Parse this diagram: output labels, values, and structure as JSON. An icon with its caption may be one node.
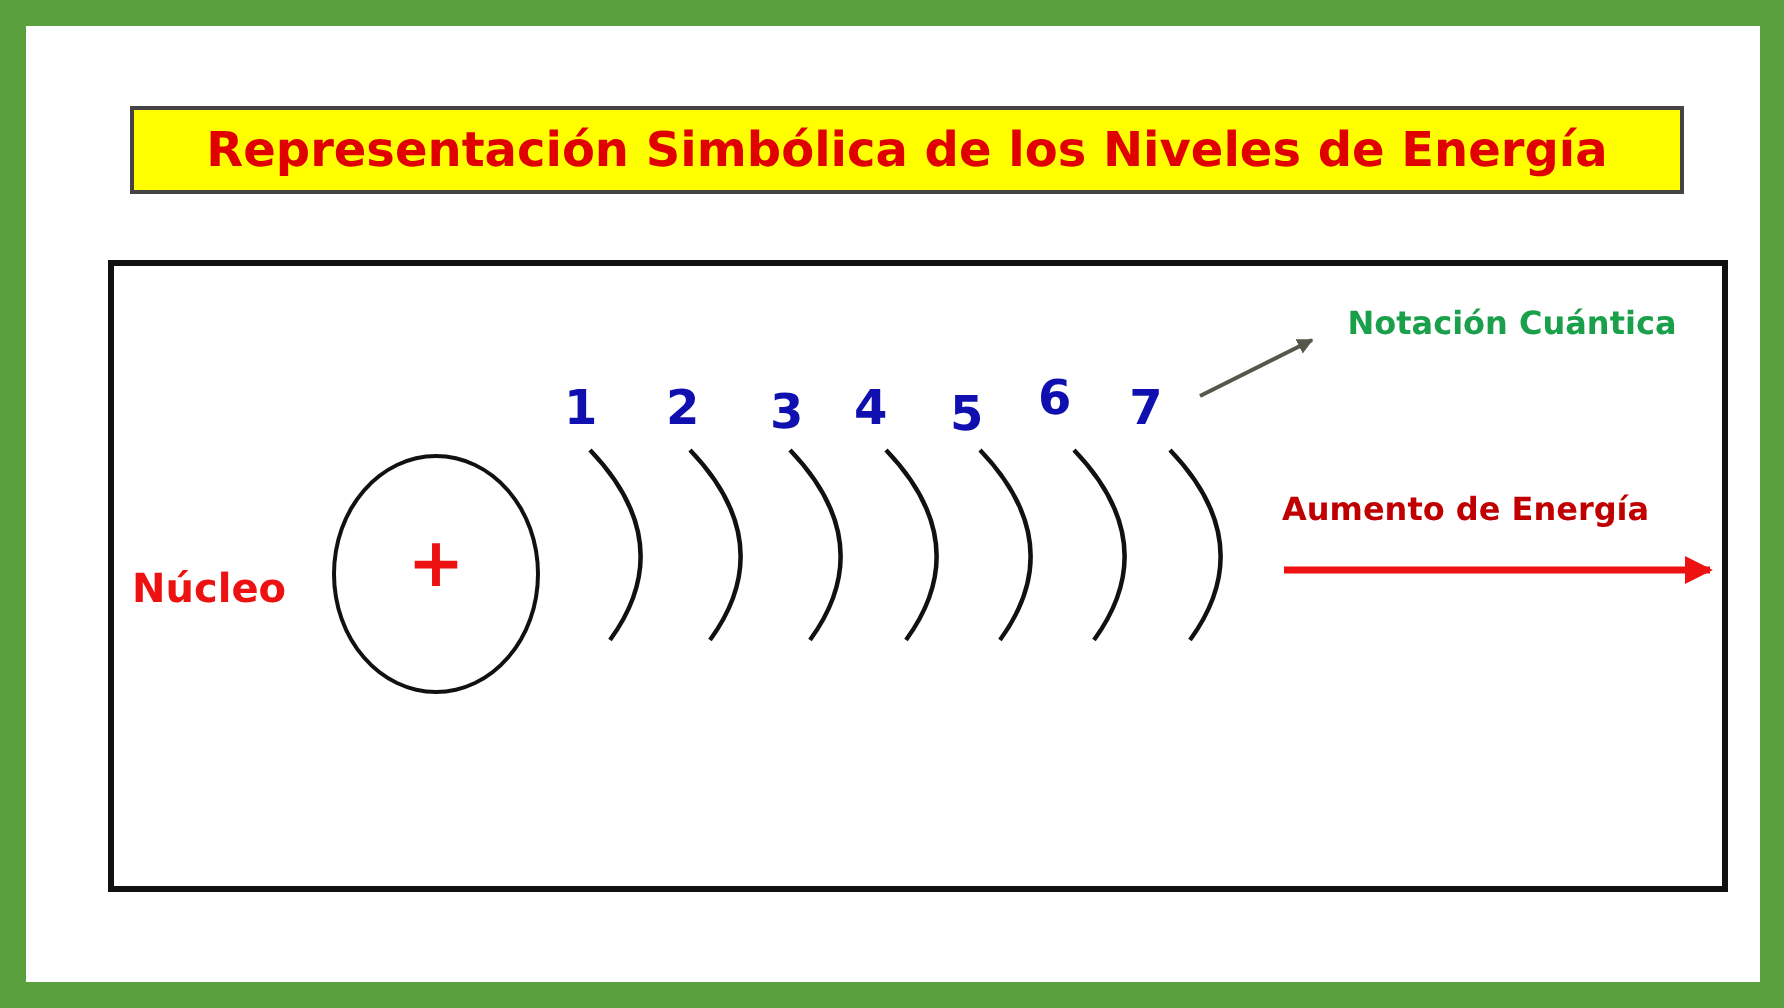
{
  "diagram": {
    "title": "Representación Simbólica de los Niveles de Energía",
    "nodes": [
      {
        "text": [
          "+"
        ],
        "beside": [
          "Núcleo"
        ]
      },
      {
        "text": [
          "7"
        ]
      },
      {
        "text": [
          "Notación Cuántica"
        ]
      }
    ],
    "edges": [
      {
        "from": 1,
        "to": 2,
        "arrow": "to"
      }
    ],
    "labels": [
      "1",
      "2",
      "3",
      "4",
      "5",
      "6",
      "Aumento de Energía"
    ]
  }
}
